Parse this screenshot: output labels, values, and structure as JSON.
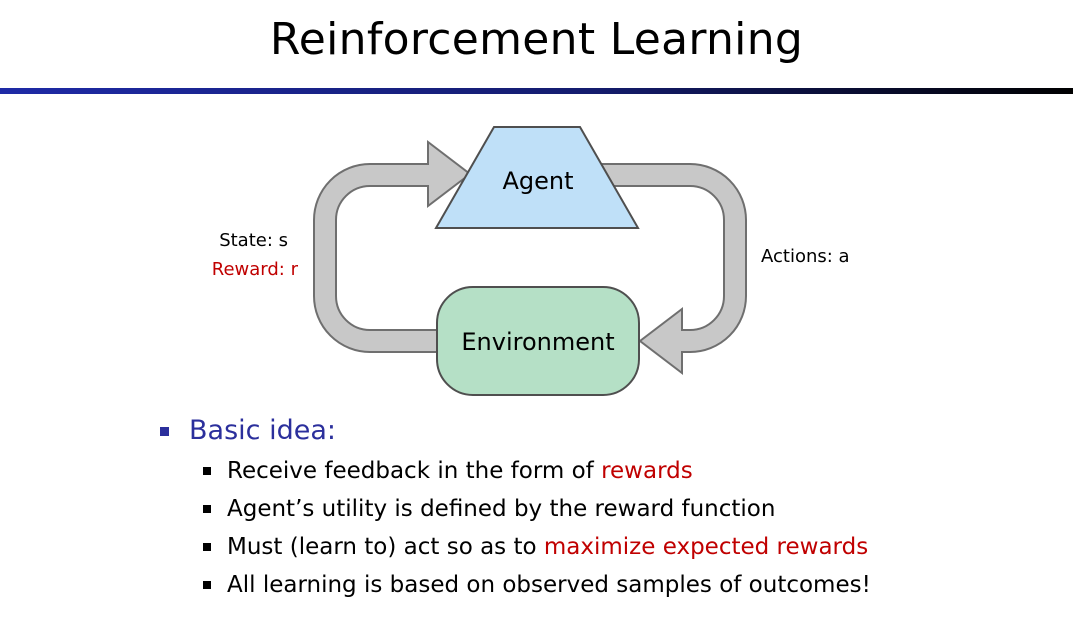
{
  "title": "Reinforcement Learning",
  "diagram": {
    "agent_label": "Agent",
    "environment_label": "Environment",
    "state_label": "State: s",
    "reward_label": "Reward: r",
    "actions_label": "Actions: a",
    "colors": {
      "agent_fill": "#bfe0f8",
      "environment_fill": "#b5e0c6",
      "arrow_fill": "#c8c8c8",
      "reward_text": "#c00000"
    }
  },
  "bullets": {
    "heading": "Basic idea:",
    "items": [
      {
        "before": "Receive feedback in the form of ",
        "highlight": "rewards",
        "after": ""
      },
      {
        "before": "Agent’s utility is defined by the reward function",
        "highlight": "",
        "after": ""
      },
      {
        "before": "Must (learn to) act so as to ",
        "highlight": "maximize expected rewards",
        "after": ""
      },
      {
        "before": "All learning is based on observed samples of outcomes!",
        "highlight": "",
        "after": ""
      }
    ]
  }
}
